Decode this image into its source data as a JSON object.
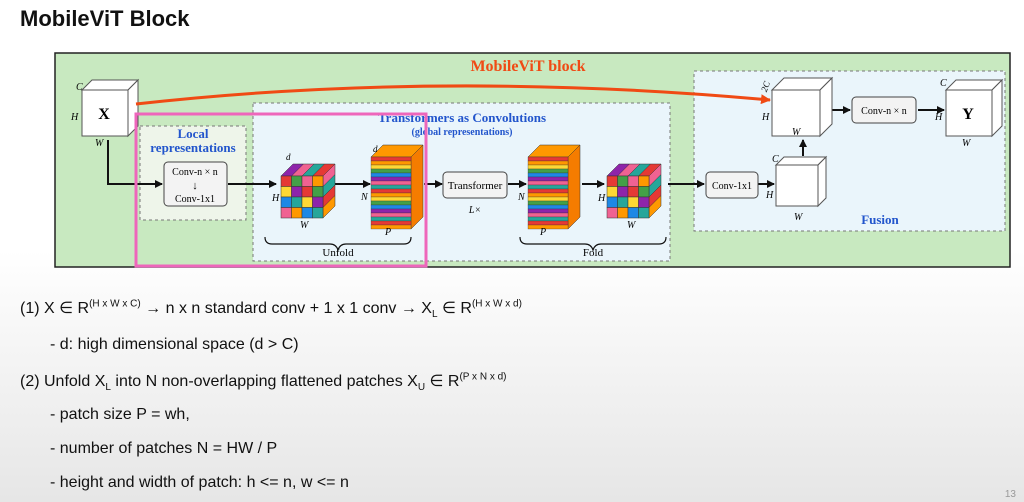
{
  "slide": {
    "title": "MobileViT Block",
    "page_number": "13"
  },
  "diagram": {
    "block_title": "MobileViT block",
    "input": {
      "label": "X",
      "c": "C",
      "h": "H",
      "w": "W"
    },
    "local": {
      "title_line1": "Local",
      "title_line2": "representations",
      "conv_top": "Conv-n × n",
      "arrow": "↓",
      "conv_bottom": "Conv-1x1"
    },
    "transformers": {
      "title": "Transformers as Convolutions",
      "subtitle": "(global representations)",
      "transformer_label": "Transformer",
      "repeat": "L×",
      "unfold": "Unfold",
      "fold": "Fold"
    },
    "dims": {
      "d": "d",
      "h": "H",
      "w": "W",
      "n": "N",
      "p": "P"
    },
    "fusion": {
      "label": "Fusion",
      "conv1x1": "Conv-1x1",
      "convnn": "Conv-n × n",
      "c": "C",
      "h": "H",
      "w": "W",
      "two_c": "2C"
    },
    "output": {
      "label": "Y",
      "c": "C",
      "h": "H",
      "w": "W"
    },
    "colors": {
      "panel_bg": "#c8e9c0",
      "curve_arrow": "#f04a14",
      "title_red": "#f04a14",
      "title_blue": "#2255cc",
      "highlight": "#ee66bb",
      "cube_palette": [
        "#e53935",
        "#ff9800",
        "#fdd835",
        "#43a047",
        "#1e88e5",
        "#8e24aa",
        "#f06292",
        "#26a69a"
      ]
    }
  },
  "bullets": {
    "b1": {
      "a": "(1) X ∈ R",
      "a_sup": "(H x W x C)",
      "b": " → n x n standard conv + 1 x 1 conv → X",
      "b_sub": "L",
      "c": " ∈ R",
      "c_sup": "(H x W x d)"
    },
    "b1_1": "- d: high dimensional space (d > C)",
    "b2": {
      "a": "(2) Unfold X",
      "a_sub": "L",
      "b": " into N non-overlapping flattened patches X",
      "b_sub": "U",
      "c": " ∈ R",
      "c_sup": "(P x N x d)"
    },
    "b2_1": "- patch size P = wh,",
    "b2_2": "- number of patches N = HW / P",
    "b2_3": "- height and width of patch: h <= n, w <= n"
  }
}
